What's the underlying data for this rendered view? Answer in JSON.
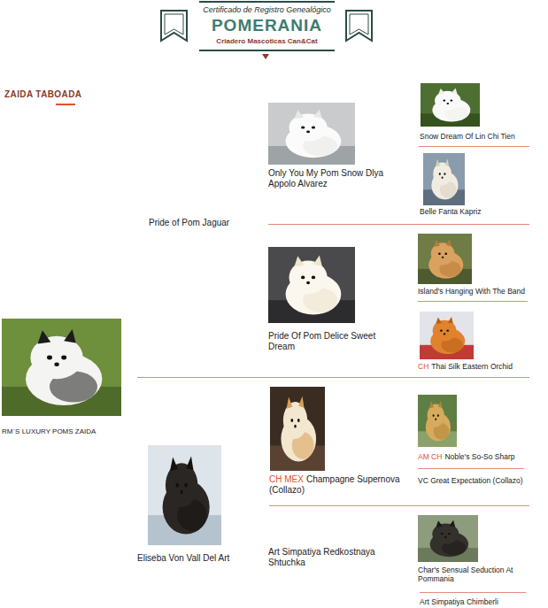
{
  "diagram": {
    "title": "ZAIDA TABOADA",
    "nodes": [
      {
        "text": [
          "Certificado de Registro Genealógico",
          "POMERANIA",
          "Criadero Mascoticas Can&Cat"
        ]
      },
      {
        "text": [
          "RM´S LUXURY POMS ZAIDA"
        ]
      },
      {
        "text": [
          "Pride of Pom Jaguar"
        ]
      },
      {
        "text": [
          "Only You My Pom Snow Dlya Appolo Alvarez"
        ]
      },
      {
        "text": [
          "Snow Dream Of Lin Chi Tien"
        ]
      },
      {
        "text": [
          "Belle Fanta Kapriz"
        ]
      },
      {
        "text": [
          "Pride Of Pom Delice Sweet Dream"
        ]
      },
      {
        "text": [
          "Island's Hanging With The Band"
        ]
      },
      {
        "text": [
          "CH",
          "Thai Silk Eastern Orchid"
        ]
      },
      {
        "text": [
          "Eliseba Von Vall Del Art"
        ]
      },
      {
        "text": [
          "CH MEX",
          "Champagne Supernova (Collazo)"
        ]
      },
      {
        "text": [
          "AM CH",
          "Noble's So-So Sharp"
        ]
      },
      {
        "text": [
          "VC Great Expectation (Collazo)"
        ]
      },
      {
        "text": [
          "Art Simpatiya Redkostnaya Shtuchka"
        ]
      },
      {
        "text": [
          "Char's Sensual Seduction At Pommania"
        ]
      },
      {
        "text": [
          "Art Simpatiya Chimberli"
        ]
      }
    ]
  }
}
